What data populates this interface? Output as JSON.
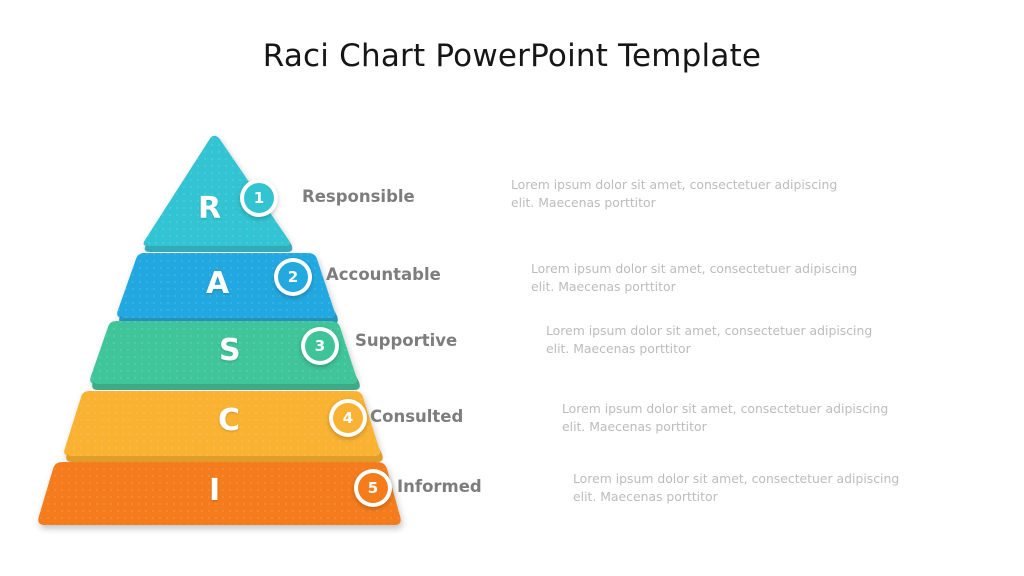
{
  "title": "Raci Chart PowerPoint Template",
  "colors": {
    "title_text": "#161616",
    "label_text": "#7d7d7d",
    "description_text": "#bcbcbc",
    "background": "#ffffff"
  },
  "pyramid": {
    "tiers": [
      {
        "letter": "R",
        "label": "Responsible",
        "number": "1",
        "color": "#33c4d2",
        "top_face_color": "#2aa8b5",
        "description": "Lorem ipsum dolor sit amet, consectetuer adipiscing elit.  Maecenas porttitor"
      },
      {
        "letter": "A",
        "label": "Accountable",
        "number": "2",
        "color": "#23a8e0",
        "top_face_color": "#1b8fc1",
        "description": "Lorem ipsum dolor sit amet, consectetuer adipiscing elit.  Maecenas porttitor"
      },
      {
        "letter": "S",
        "label": "Supportive",
        "number": "3",
        "color": "#3fc49a",
        "top_face_color": "#34a883",
        "description": "Lorem ipsum dolor sit amet, consectetuer adipiscing elit.  Maecenas porttitor"
      },
      {
        "letter": "C",
        "label": "Consulted",
        "number": "4",
        "color": "#f9b233",
        "top_face_color": "#e09a1f",
        "description": "Lorem ipsum dolor sit amet, consectetuer adipiscing elit.  Maecenas porttitor"
      },
      {
        "letter": "I",
        "label": "Informed",
        "number": "5",
        "color": "#f47c1b",
        "top_face_color": "#db6a10",
        "description": "Lorem ipsum dolor sit amet, consectetuer adipiscing elit.  Maecenas porttitor"
      }
    ]
  }
}
